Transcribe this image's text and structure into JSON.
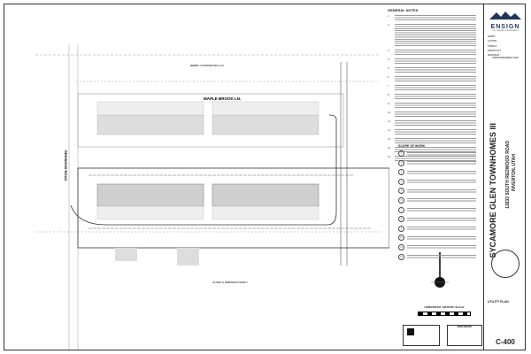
{
  "plan": {
    "road_west": "REDWOOD ROAD",
    "street": "MAPLE BROOK LN.",
    "owner_north": "REBEX I PROPERTIES LLC",
    "owner_south": "OLSEN & DEBORAH FAMILY",
    "scale_label": "HORIZONTAL GRAPHIC SCALE"
  },
  "general_notes": {
    "title": "GENERAL NOTES",
    "items": [
      "1.",
      "2.",
      "3.",
      "4.",
      "5.",
      "6.",
      "7.",
      "8.",
      "9.",
      "10.",
      "11.",
      "12.",
      "13.",
      "14.",
      "15."
    ]
  },
  "scope": {
    "title": "SCOPE OF WORK",
    "items": [
      "1",
      "2",
      "3",
      "4",
      "5",
      "6",
      "7",
      "8",
      "9",
      "10",
      "11",
      "12"
    ]
  },
  "benchmark": {
    "title": "BENCHMARK"
  },
  "title_block": {
    "company": "ENSIGN",
    "tagline": "THE STANDARD IN ENGINEERING",
    "offices": [
      "SANDY",
      "LAYTON",
      "TOOELE",
      "CEDAR CITY",
      "RICHFIELD"
    ],
    "website": "WWW.ENSIGNENG.COM",
    "project": "SYCAMORE GLEN TOWNHOMES III",
    "address": "11833 SOUTH REDWOOD ROAD",
    "city": "RIVERTON, UTAH",
    "sheet_title": "UTILITY PLAN",
    "sheet_number": "C-400"
  }
}
